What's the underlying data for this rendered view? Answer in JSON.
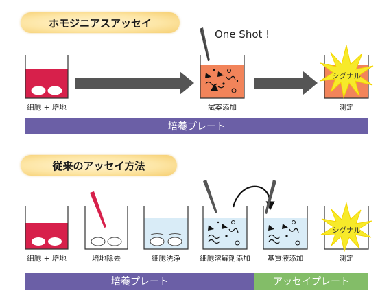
{
  "section1": {
    "title": "ホモジニアスアッセイ",
    "one_shot": "One Shot !",
    "steps": [
      "細胞 + 培地",
      "試薬添加",
      "測定"
    ],
    "signal": "シグナル",
    "plate_bar": "培養プレート"
  },
  "section2": {
    "title": "従来のアッセイ方法",
    "steps": [
      "細胞 + 培地",
      "培地除去",
      "細胞洗浄",
      "細胞溶解剤添加",
      "基質液添加",
      "測定"
    ],
    "signal": "シグナル",
    "plate_bar_culture": "培養プレート",
    "plate_bar_assay": "アッセイプレート"
  },
  "colors": {
    "cells": "#d7204b",
    "reagent": "#f2845a",
    "wash": "#d9ecf7",
    "plate_bar": "#6b5fa6",
    "assay_bar": "#83bd68",
    "signal": "#f7ea2a",
    "arrow": "#555555"
  }
}
